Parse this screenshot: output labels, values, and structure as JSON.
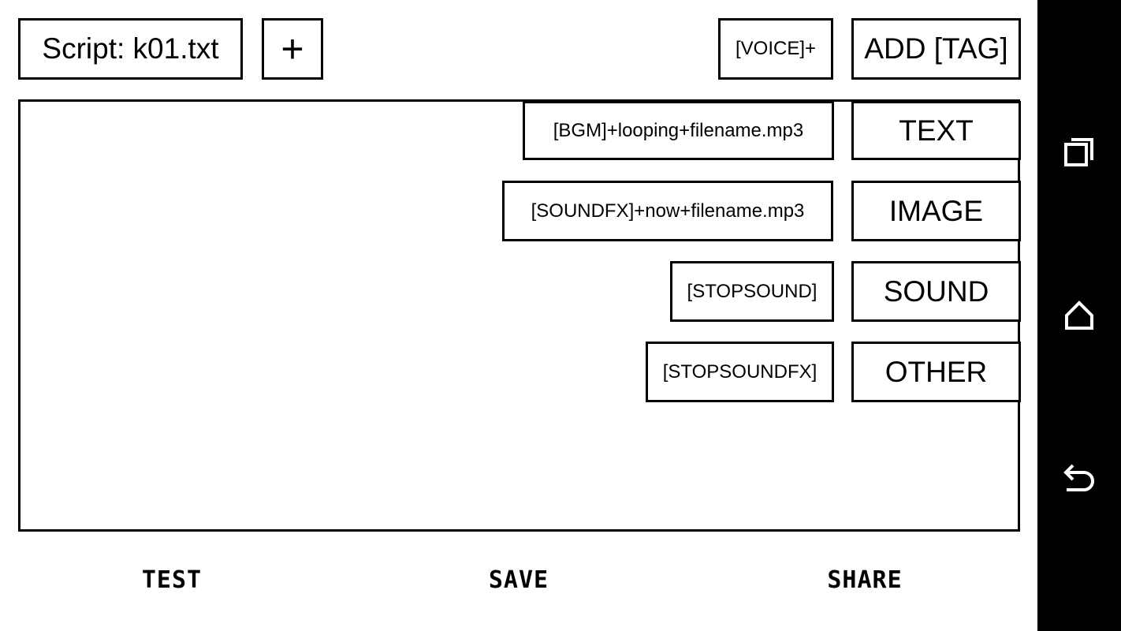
{
  "header": {
    "script_label": "Script: k01.txt",
    "add_script_label": "+",
    "voice_button": "[VOICE]+",
    "add_tag_button": "ADD [TAG]"
  },
  "tag_rows": [
    {
      "snippet": "[BGM]+looping+filename.mp3",
      "category": "TEXT"
    },
    {
      "snippet": "[SOUNDFX]+now+filename.mp3",
      "category": "IMAGE"
    },
    {
      "snippet": "[STOPSOUND]",
      "category": "SOUND"
    },
    {
      "snippet": "[STOPSOUNDFX]",
      "category": "OTHER"
    }
  ],
  "footer": {
    "test": "TEST",
    "save": "SAVE",
    "share": "SHARE"
  },
  "nav": {
    "icons": [
      "recent-apps-icon",
      "home-icon",
      "back-icon"
    ]
  }
}
